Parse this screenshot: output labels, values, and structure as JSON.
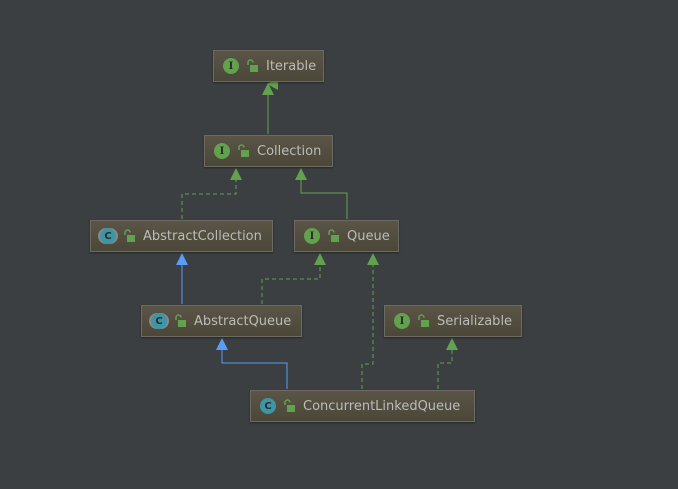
{
  "nodes": {
    "iterable": {
      "label": "Iterable",
      "kind": "I"
    },
    "collection": {
      "label": "Collection",
      "kind": "I"
    },
    "abstract_collection": {
      "label": "AbstractCollection",
      "kind": "C"
    },
    "queue": {
      "label": "Queue",
      "kind": "I"
    },
    "abstract_queue": {
      "label": "AbstractQueue",
      "kind": "C"
    },
    "serializable": {
      "label": "Serializable",
      "kind": "I"
    },
    "concurrent_linked_queue": {
      "label": "ConcurrentLinkedQueue",
      "kind": "C"
    }
  },
  "colors": {
    "background": "#3c3f41",
    "implements": "#62a14e",
    "extends": "#589df6",
    "interface_icon": "#62a14e",
    "class_icon": "#3e95a6"
  }
}
